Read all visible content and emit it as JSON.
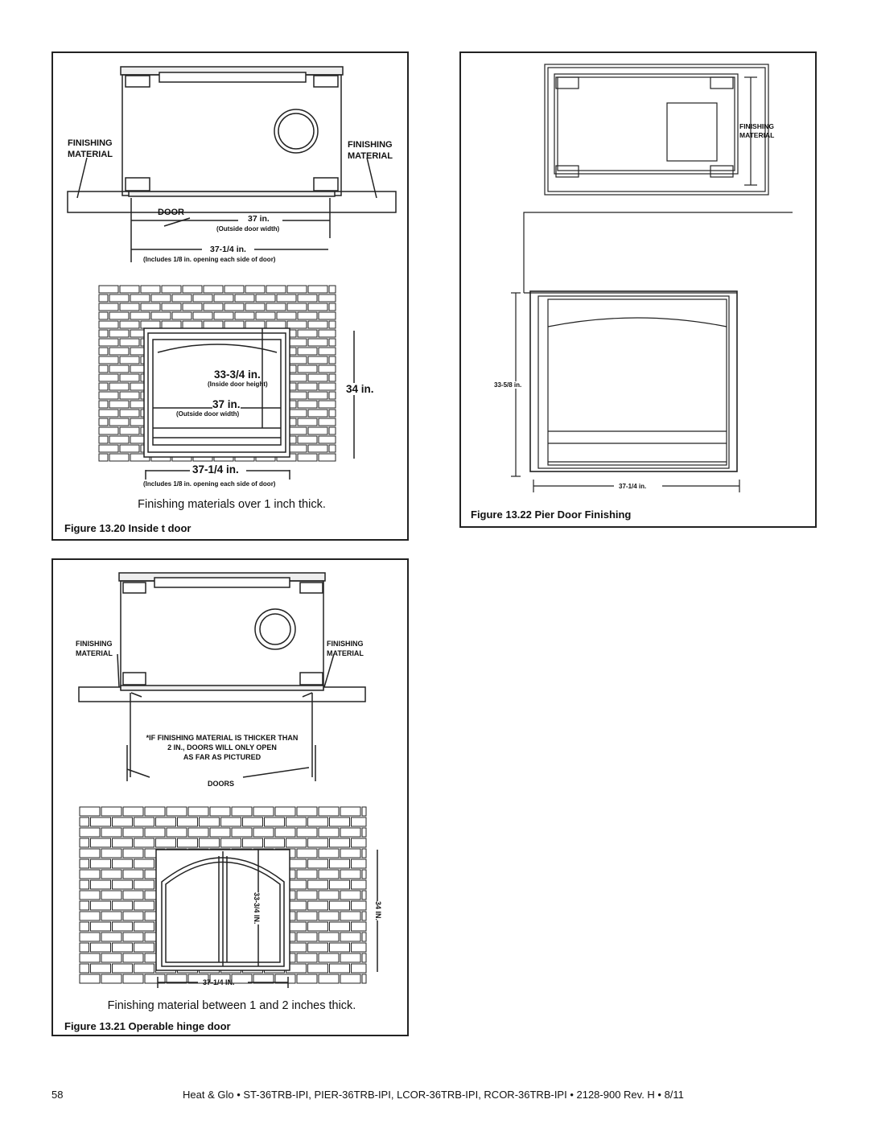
{
  "fig20": {
    "caption": "Figure 13.20  Inside   t door",
    "note": "Finishing materials over 1 inch thick.",
    "finishing_left": [
      "FINISHING",
      "MATERIAL"
    ],
    "finishing_right": [
      "FINISHING",
      "MATERIAL"
    ],
    "door_label": "DOOR",
    "top_dim": "37 in.",
    "top_dim_sub": "(Outside door width)",
    "top_dim2": "37-1/4 in.",
    "top_dim2_sub": "(Includes 1/8 in. opening each side of door)",
    "front_height_inside": "33-3/4 in.",
    "front_height_inside_sub": "(Inside door height)",
    "front_width": "37 in.",
    "front_width_sub": "(Outside door width)",
    "front_height_outer": "34 in.",
    "front_bottom_dim": "37-1/4 in.",
    "front_bottom_sub": "(Includes 1/8 in. opening each side of door)"
  },
  "fig21": {
    "caption": "Figure 13.21  Operable hinge door",
    "note": "Finishing material between 1 and 2 inches thick.",
    "finishing_left": [
      "FINISHING",
      "MATERIAL"
    ],
    "finishing_right": [
      "FINISHING",
      "MATERIAL"
    ],
    "warning": [
      "*IF FINISHING MATERIAL IS THICKER THAN",
      "2 IN., DOORS WILL ONLY OPEN",
      "AS FAR AS PICTURED"
    ],
    "doors_label": "DOORS",
    "height_inside": "33-3/4 IN.",
    "height_outer": "34 IN.",
    "width": "37-1/4 IN."
  },
  "fig22": {
    "caption": "Figure 13.22  Pier Door Finishing",
    "finishing": [
      "FINISHING",
      "MATERIAL"
    ],
    "height": "33-5/8 in.",
    "width": "37-1/4 in."
  },
  "footer": {
    "page": "58",
    "text": "Heat & Glo  •  ST-36TRB-IPI, PIER-36TRB-IPI, LCOR-36TRB-IPI, RCOR-36TRB-IPI  •  2128-900 Rev. H  •  8/11"
  }
}
